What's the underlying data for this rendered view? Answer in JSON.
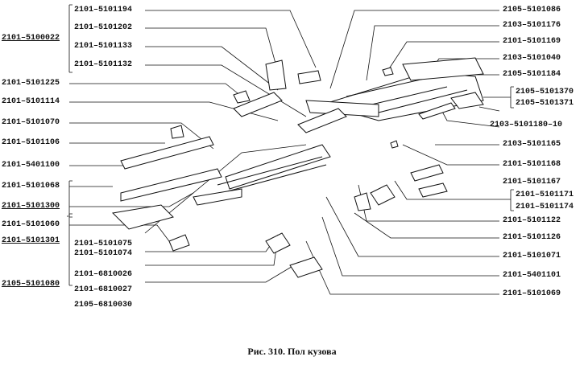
{
  "caption": "Рис. 310. Пол кузова",
  "labels": {
    "p2101_5101194": "2101–5101194",
    "p2101_5101202": "2101–5101202",
    "p2101_5100022": "2101–5100022",
    "p2101_5101133": "2101–5101133",
    "p2101_5101132": "2101–5101132",
    "p2101_5101225": "2101–5101225",
    "p2101_5101114": "2101–5101114",
    "p2101_5101070": "2101–5101070",
    "p2101_5101106": "2101–5101106",
    "p2101_5401100": "2101–5401100",
    "p2101_5101068": "2101–5101068",
    "p2101_5101300": "2101–5101300",
    "p2101_5101060": "2101–5101060",
    "p2101_5101301": "2101–5101301",
    "p2101_5101075": "2101–5101075",
    "p2101_5101074": "2101–5101074",
    "p2105_5101080": "2105–5101080",
    "p2101_6810026": "2101–6810026",
    "p2101_6810027": "2101–6810027",
    "p2105_6810030": "2105–6810030",
    "p2105_5101086": "2105–5101086",
    "p2103_5101176": "2103–5101176",
    "p2101_5101169": "2101–5101169",
    "p2103_5101040": "2103–5101040",
    "p2105_5101184": "2105–5101184",
    "p2105_5101370": "2105–5101370",
    "p2105_5101371": "2105–5101371",
    "p2103_5101180_10": "2103–5101180–10",
    "p2103_5101165": "2103–5101165",
    "p2101_5101168": "2101–5101168",
    "p2101_5101167": "2101–5101167",
    "p2101_5101171": "2101–5101171",
    "p2101_5101174": "2101–5101174",
    "p2101_5101122": "2101–5101122",
    "p2101_5101126": "2101–5101126",
    "p2101_5101071": "2101–5101071",
    "p2101_5401101": "2101–5401101",
    "p2101_5101069": "2101–5101069"
  }
}
